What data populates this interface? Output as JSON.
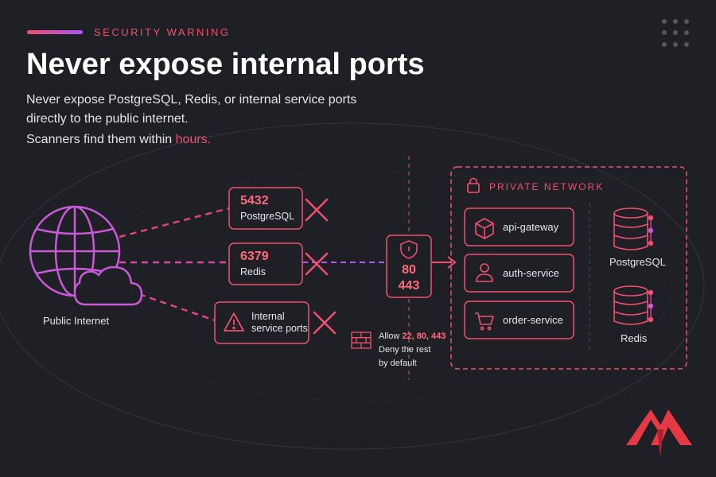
{
  "header": {
    "eyebrow": "SECURITY WARNING",
    "title": "Never expose internal ports",
    "subtitle_line1": "Never expose PostgreSQL, Redis, or internal service ports",
    "subtitle_line2": "directly to the public internet.",
    "subtitle_line3_prefix": "Scanners find them within ",
    "subtitle_line3_highlight": "hours."
  },
  "internet": {
    "label": "Public Internet",
    "icon": "globe-cloud-icon"
  },
  "blocked_ports": [
    {
      "number": "5432",
      "name": "PostgreSQL",
      "status": "blocked"
    },
    {
      "number": "6379",
      "name": "Redis",
      "status": "blocked"
    },
    {
      "name_line1": "Internal",
      "name_line2": "service ports",
      "icon": "warning-icon",
      "status": "blocked"
    }
  ],
  "firewall": {
    "open_ports_line1": "80",
    "open_ports_line2": "443",
    "rule_prefix": "Allow ",
    "rule_ports": "22, 80, 443",
    "rule_line2": "Deny the rest",
    "rule_line3": "by default"
  },
  "private_network": {
    "label": "PRIVATE NETWORK",
    "services": [
      {
        "name": "api-gateway",
        "icon": "cube-icon"
      },
      {
        "name": "auth-service",
        "icon": "user-icon"
      },
      {
        "name": "order-service",
        "icon": "cart-icon"
      }
    ],
    "datastores": [
      {
        "name": "PostgreSQL",
        "icon": "database-icon"
      },
      {
        "name": "Redis",
        "icon": "database-icon"
      }
    ]
  },
  "colors": {
    "background": "#1f2026",
    "accent": "#f0506e",
    "accent_purple": "#a855f7",
    "text": "#e6e6ea"
  }
}
